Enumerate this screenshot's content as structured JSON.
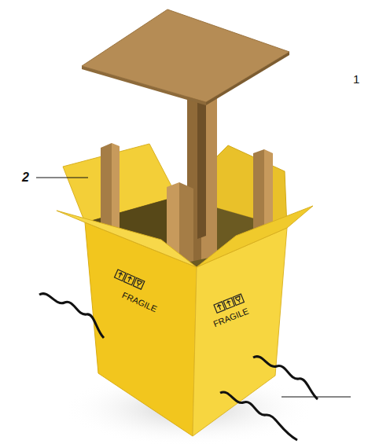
{
  "diagram": {
    "labels": [
      "2",
      "1",
      "FRAGILE",
      "FRAGILE"
    ]
  }
}
